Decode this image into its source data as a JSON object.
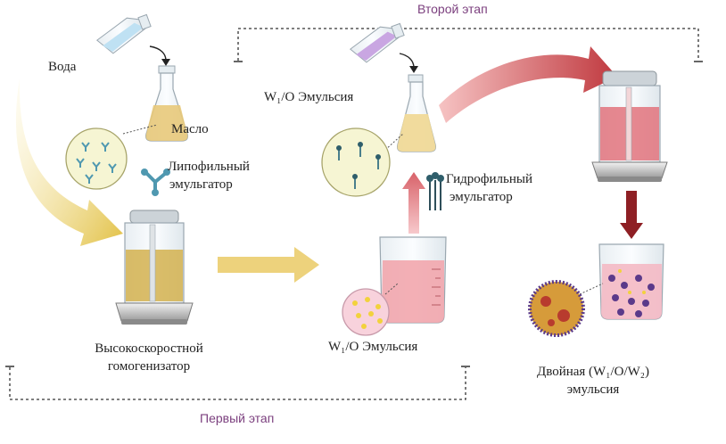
{
  "stages": {
    "second": "Второй этап",
    "first": "Первый этап"
  },
  "labels": {
    "water": "Вода",
    "oil": "Масло",
    "lipophilic_line1": "Липофильный",
    "lipophilic_line2": "эмульгатор",
    "homogenizer_line1": "Высокоскоростной",
    "homogenizer_line2": "гомогенизатор",
    "w1o_top": "W₁/O Эмульсия",
    "w1o_bottom": "W₁/O Эмульсия",
    "hydrophilic_line1": "Гидрофильный",
    "hydrophilic_line2": "эмульгатор",
    "double_line1": "Двойная (W₁/O/W₂)",
    "double_line2": "эмульсия"
  },
  "colors": {
    "stage_title": "#7b3f7e",
    "oil": "#e8c97a",
    "pink_liquid": "#f2a6ad",
    "red_arrow": "#c0393f",
    "dark_red_arrow": "#8e1f24",
    "yellow_arrow": "#edd27c",
    "emulsifier": "#4f98b0",
    "droplet_purple": "#5b3a8a"
  }
}
